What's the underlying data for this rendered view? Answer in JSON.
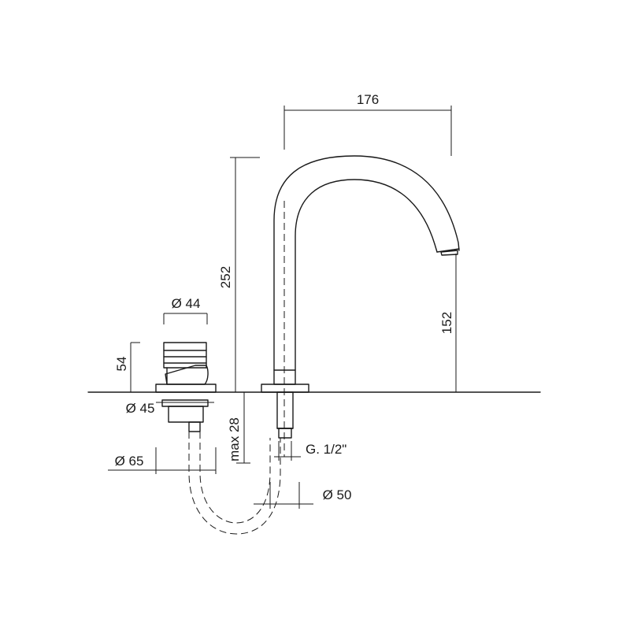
{
  "dimensions": {
    "spout_reach": "176",
    "overall_height": "252",
    "outlet_height": "152",
    "handle_diameter": "Ø 44",
    "handle_height": "54",
    "handle_base_diameter": "Ø 45",
    "max_deck_thickness": "max 28",
    "flange_diameter": "Ø 65",
    "thread_size": "G. 1/2\"",
    "hose_bend_diameter": "Ø 50"
  }
}
